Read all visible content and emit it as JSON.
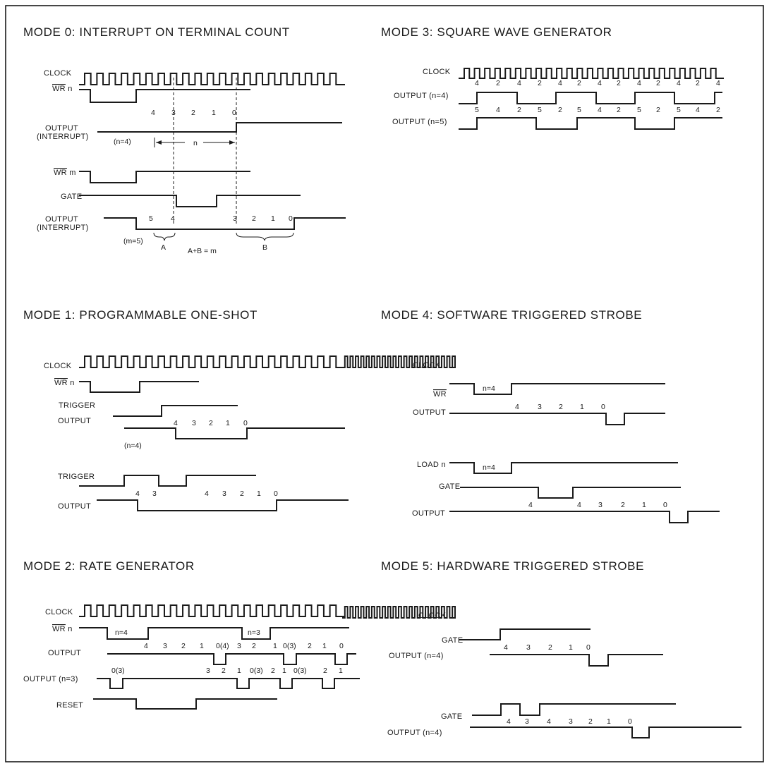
{
  "mode0": {
    "title": "MODE 0:  INTERRUPT ON TERMINAL COUNT",
    "clock": "CLOCK",
    "wr_n": "WR",
    "wr_n_suffix": " n",
    "counts": [
      "4",
      "3",
      "2",
      "1",
      "0"
    ],
    "output": "OUTPUT",
    "output_sub": "(INTERRUPT)",
    "n_eq": "(n=4)",
    "n_label": "n",
    "wr_m": "WR",
    "wr_m_suffix": " m",
    "gate": "GATE",
    "output2": "OUTPUT",
    "output2_sub": "(INTERRUPT)",
    "counts2": [
      "5",
      "4",
      "3",
      "2",
      "1",
      "0"
    ],
    "m_eq": "(m=5)",
    "a_label": "A",
    "b_label": "B",
    "ab_eq": "A+B = m"
  },
  "mode1": {
    "title": "MODE 1:  PROGRAMMABLE ONE-SHOT",
    "clock": "CLOCK",
    "wr_n": "WR",
    "wr_n_suffix": " n",
    "trigger": "TRIGGER",
    "output": "OUTPUT",
    "counts": [
      "4",
      "3",
      "2",
      "1",
      "0"
    ],
    "n_eq": "(n=4)",
    "trigger2": "TRIGGER",
    "output2": "OUTPUT",
    "counts2": [
      "4",
      "3",
      "4",
      "3",
      "2",
      "1",
      "0"
    ]
  },
  "mode2": {
    "title": "MODE 2:  RATE GENERATOR",
    "clock": "CLOCK",
    "wr_n": "WR",
    "wr_n_suffix": " n",
    "n4": "n=4",
    "n3": "n=3",
    "output": "OUTPUT",
    "counts": [
      "4",
      "3",
      "2",
      "1",
      "0(4)",
      "3",
      "2",
      "1",
      "0(3)",
      "2",
      "1",
      "0"
    ],
    "output3": "OUTPUT (n=3)",
    "counts3": [
      "0(3)",
      "3",
      "2",
      "1",
      "0(3)",
      "2",
      "1",
      "0(3)",
      "2",
      "1"
    ],
    "reset": "RESET"
  },
  "mode3": {
    "title": "MODE 3:  SQUARE WAVE GENERATOR",
    "clock": "CLOCK",
    "clock_counts": [
      "4",
      "2",
      "4",
      "2",
      "4",
      "2",
      "4",
      "2",
      "4",
      "2",
      "4",
      "2",
      "4"
    ],
    "out4": "OUTPUT (n=4)",
    "out4_counts": [
      "5",
      "4",
      "2",
      "5",
      "2",
      "5",
      "4",
      "2",
      "5",
      "2",
      "5",
      "4",
      "2"
    ],
    "out5": "OUTPUT (n=5)"
  },
  "mode4": {
    "title": "MODE 4:  SOFTWARE TRIGGERED STROBE",
    "clock": "CLOCK",
    "wr": "WR",
    "n4": "n=4",
    "output": "OUTPUT",
    "counts": [
      "4",
      "3",
      "2",
      "1",
      "0"
    ],
    "load": "LOAD n",
    "n4b": "n=4",
    "gate": "GATE",
    "output2": "OUTPUT",
    "counts2": [
      "4",
      "4",
      "3",
      "2",
      "1",
      "0"
    ]
  },
  "mode5": {
    "title": "MODE 5:  HARDWARE TRIGGERED STROBE",
    "clock": "CLOCK",
    "gate": "GATE",
    "output": "OUTPUT (n=4)",
    "counts": [
      "4",
      "3",
      "2",
      "1",
      "0"
    ],
    "gate2": "GATE",
    "output2": "OUTPUT (n=4)",
    "counts2": [
      "4",
      "3",
      "4",
      "3",
      "2",
      "1",
      "0"
    ]
  }
}
